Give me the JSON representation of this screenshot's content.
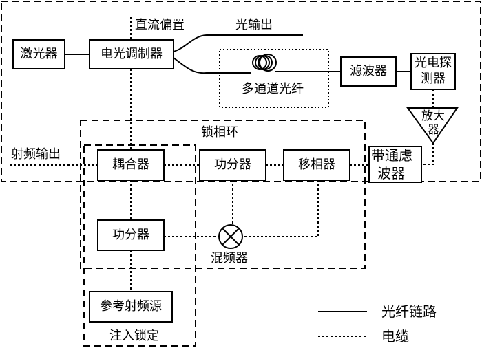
{
  "labels": {
    "laser": "激光器",
    "eo_modulator": "电光调制器",
    "dc_bias": "直流偏置",
    "optical_output": "光输出",
    "multichannel_fiber": "多通道光纤",
    "filter": "滤波器",
    "photodetector_line1": "光电探",
    "photodetector_line2": "测器",
    "amplifier_line1": "放大",
    "amplifier_line2": "器",
    "pll": "锁相环",
    "rf_output": "射频输出",
    "coupler": "耦合器",
    "power_splitter_top": "功分器",
    "phase_shifter": "移相器",
    "bandpass_line1": "带通虑",
    "bandpass_line2": "波器",
    "power_splitter_bottom": "功分器",
    "mixer": "混频器",
    "reference_rf_source": "参考射频源",
    "injection_locking": "注入锁定"
  },
  "legend": {
    "fiber_link": "光纤链路",
    "cable": "电缆"
  }
}
